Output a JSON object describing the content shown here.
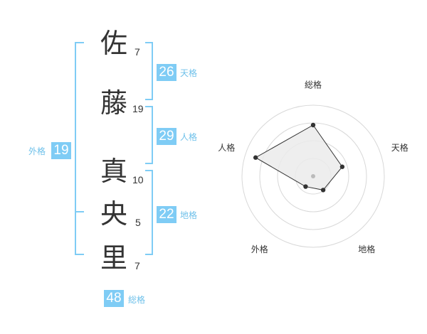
{
  "name": {
    "characters": [
      {
        "char": "佐",
        "strokes": "7"
      },
      {
        "char": "藤",
        "strokes": "19"
      },
      {
        "char": "真",
        "strokes": "10"
      },
      {
        "char": "央",
        "strokes": "5"
      },
      {
        "char": "里",
        "strokes": "7"
      }
    ]
  },
  "kakusu": {
    "tenkaku": {
      "value": "26",
      "label": "天格"
    },
    "jinkaku": {
      "value": "29",
      "label": "人格"
    },
    "chikaku": {
      "value": "22",
      "label": "地格"
    },
    "gaikaku": {
      "value": "19",
      "label": "外格"
    },
    "soukaku": {
      "value": "48",
      "label": "総格"
    }
  },
  "radar": {
    "axes": [
      "総格",
      "天格",
      "地格",
      "外格",
      "人格"
    ],
    "levels": 4,
    "values": [
      0.72,
      0.43,
      0.24,
      0.18,
      0.85
    ],
    "colors": {
      "grid": "#d8d8d8",
      "fill": "#ebebeb",
      "line": "#333333",
      "point": "#333333",
      "center": "#bbbbbb"
    }
  },
  "colors": {
    "accent": "#7fccf5",
    "accent_text": "#6fc1ea",
    "bracket": "#7fccf5"
  }
}
